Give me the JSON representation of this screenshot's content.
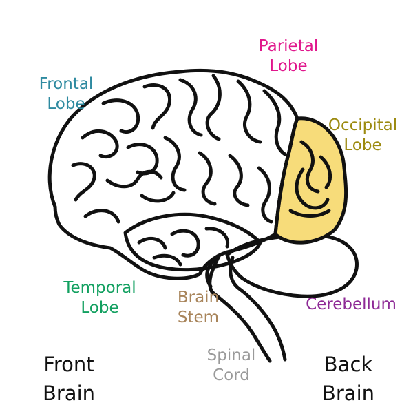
{
  "colors": {
    "frontal": "#2e8aa0",
    "parietal": "#e0168c",
    "occipital": "#9c8a10",
    "occipital_fill": "#f7dc7a",
    "temporal": "#12a060",
    "brain_stem": "#a8845a",
    "cerebellum": "#8e2a96",
    "spinal_cord": "#9a9a9a",
    "outline": "#111111",
    "direction": "#111111"
  },
  "labels": {
    "frontal": [
      "Frontal",
      "Lobe"
    ],
    "parietal": [
      "Parietal",
      "Lobe"
    ],
    "occipital": [
      "Occipital",
      "Lobe"
    ],
    "temporal": [
      "Temporal",
      "Lobe"
    ],
    "brain_stem": [
      "Brain",
      "Stem"
    ],
    "cerebellum": [
      "Cerebellum"
    ],
    "spinal_cord": [
      "Spinal",
      "Cord"
    ],
    "front": [
      "Front",
      "Brain"
    ],
    "back": [
      "Back",
      "Brain"
    ]
  }
}
